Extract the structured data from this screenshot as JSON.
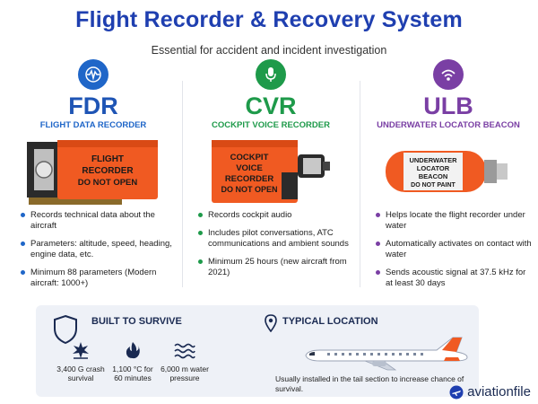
{
  "header": {
    "title": "Flight Recorder & Recovery System",
    "subtitle": "Essential for accident and incident investigation"
  },
  "columns": [
    {
      "key": "fdr",
      "icon": "waveform-icon",
      "abbr": "FDR",
      "full_name": "FLIGHT DATA RECORDER",
      "device_label": [
        "FLIGHT",
        "RECORDER",
        "DO NOT OPEN"
      ],
      "color": "#1f66c8",
      "device_color": "#f05a22",
      "bullets": [
        "Records technical data about the aircraft",
        "Parameters: altitude, speed, heading, engine data, etc.",
        "Minimum 88 parameters (Modern aircraft: 1000+)"
      ]
    },
    {
      "key": "cvr",
      "icon": "microphone-icon",
      "abbr": "CVR",
      "full_name": "COCKPIT VOICE RECORDER",
      "device_label": [
        "COCKPIT",
        "VOICE",
        "RECORDER",
        "DO NOT OPEN"
      ],
      "color": "#1e9a4a",
      "device_color": "#f05a22",
      "bullets": [
        "Records cockpit audio",
        "Includes pilot conversations, ATC communications and ambient sounds",
        "Minimum 25 hours (new aircraft from 2021)"
      ]
    },
    {
      "key": "ulb",
      "icon": "signal-icon",
      "abbr": "ULB",
      "full_name": "UNDERWATER LOCATOR BEACON",
      "device_label": [
        "UNDERWATER",
        "LOCATOR",
        "BEACON",
        "DO NOT PAINT"
      ],
      "color": "#7a3fa4",
      "device_color": "#f05a22",
      "bullets": [
        "Helps locate the flight recorder under water",
        "Automatically activates on contact with water",
        "Sends acoustic signal at 37.5 kHz for at least 30 days"
      ]
    }
  ],
  "survive": {
    "title": "BUILT TO SURVIVE",
    "stats": [
      {
        "icon": "crash-impact-icon",
        "text": "3,400 G crash survival"
      },
      {
        "icon": "fire-icon",
        "text": "1,100 °C for 60 minutes"
      },
      {
        "icon": "water-waves-icon",
        "text": "6,000 m water pressure"
      }
    ]
  },
  "location": {
    "title": "TYPICAL LOCATION",
    "note": "Usually installed in the tail section to increase chance of survival."
  },
  "brand": {
    "name": "aviationfile"
  }
}
